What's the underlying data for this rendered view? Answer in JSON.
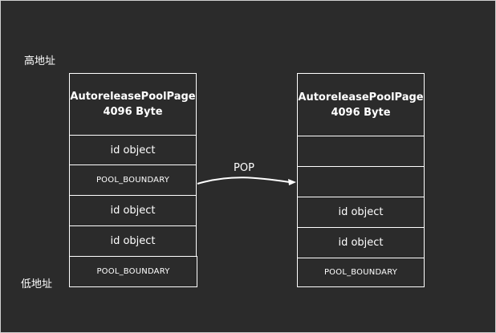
{
  "labels": {
    "high_address": "高地址",
    "low_address": "低地址",
    "pop": "POP"
  },
  "left_stack": {
    "header_title": "AutoreleasePoolPage",
    "header_size": "4096 Byte",
    "cells": [
      {
        "kind": "obj",
        "text": "id object"
      },
      {
        "kind": "boundary",
        "text": "POOL_BOUNDARY"
      },
      {
        "kind": "obj",
        "text": "id object"
      },
      {
        "kind": "obj",
        "text": "id object"
      },
      {
        "kind": "boundary",
        "text": "POOL_BOUNDARY"
      }
    ]
  },
  "right_stack": {
    "header_title": "AutoreleasePoolPage",
    "header_size": "4096 Byte",
    "cells": [
      {
        "kind": "empty",
        "text": ""
      },
      {
        "kind": "empty",
        "text": ""
      },
      {
        "kind": "obj",
        "text": "id object"
      },
      {
        "kind": "obj",
        "text": "id object"
      },
      {
        "kind": "boundary",
        "text": "POOL_BOUNDARY"
      }
    ]
  },
  "colors": {
    "background": "#2b2b2b",
    "stroke": "#ffffff",
    "text": "#ffffff"
  }
}
